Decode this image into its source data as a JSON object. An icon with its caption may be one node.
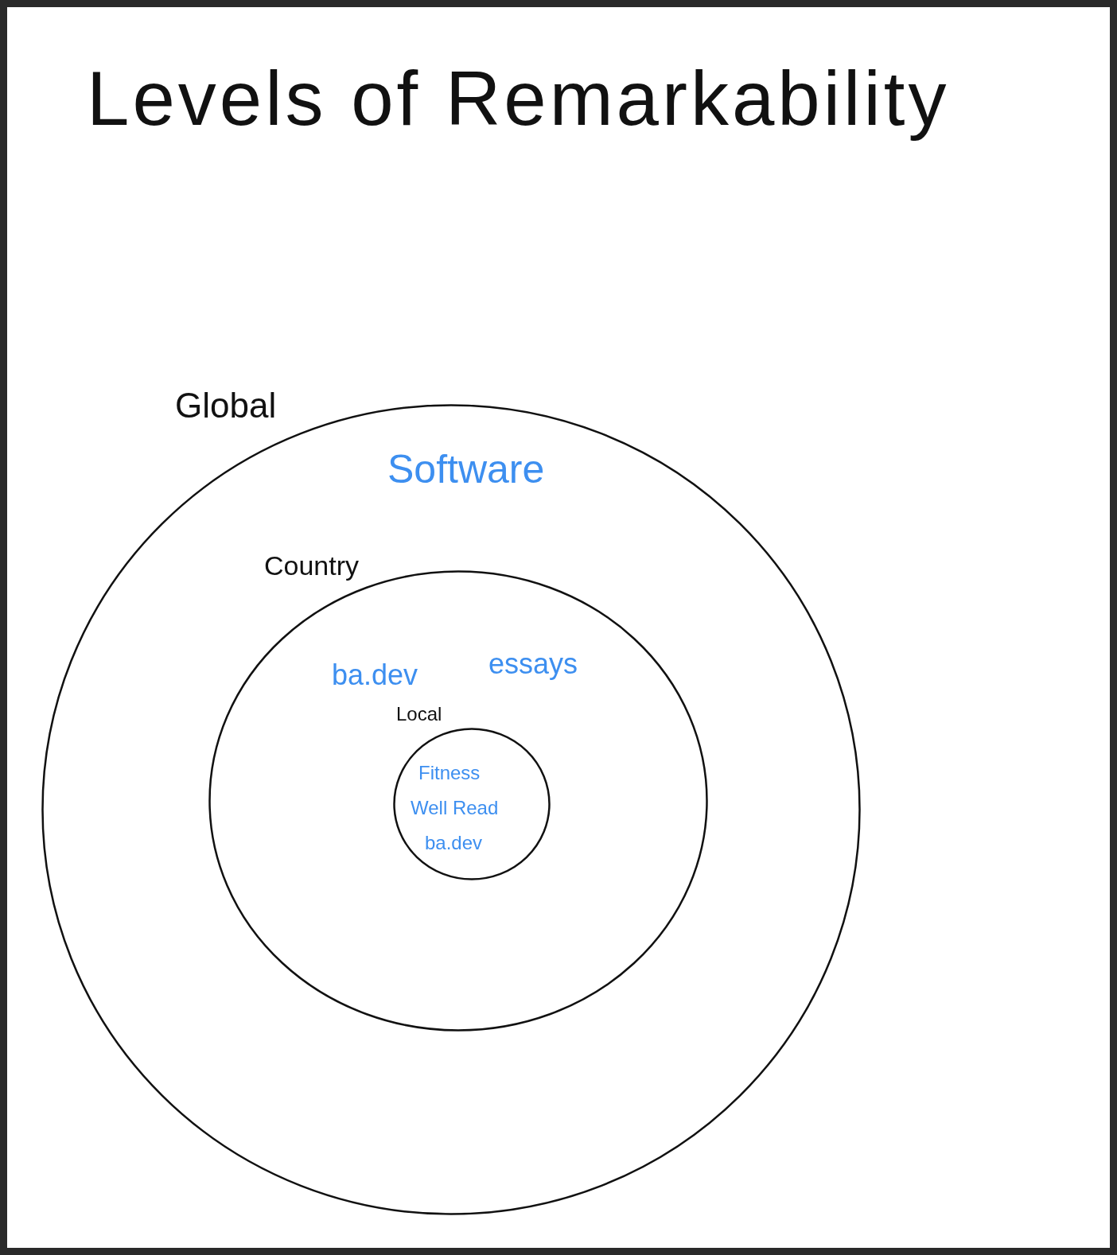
{
  "diagram": {
    "title": "Levels of Remarkability",
    "nodes": [
      {
        "text": [
          "Global",
          "Software"
        ]
      },
      {
        "text": [
          "Country",
          "ba.dev",
          "essays"
        ],
        "in": 0
      },
      {
        "text": [
          "Local",
          "Fitness",
          "Well Read",
          "ba.dev"
        ],
        "in": 1
      }
    ]
  }
}
